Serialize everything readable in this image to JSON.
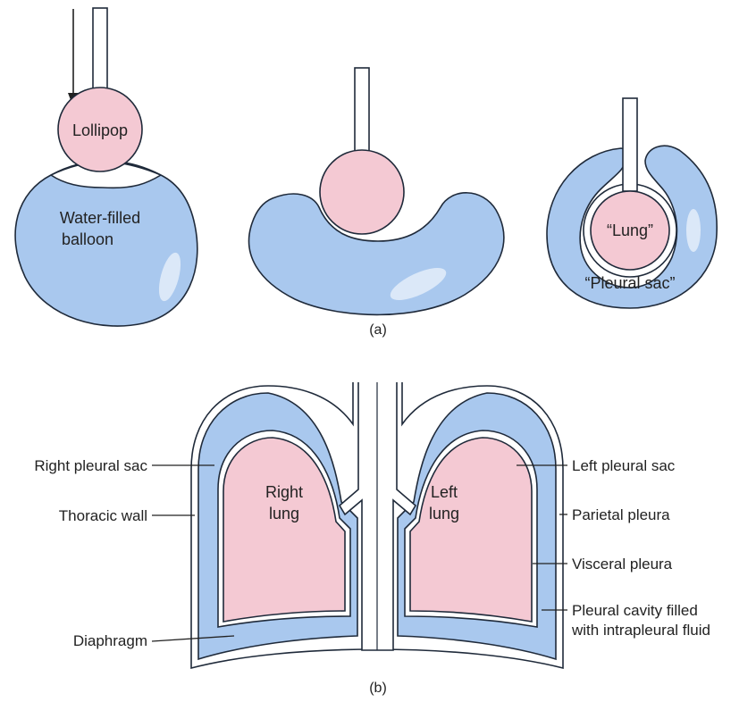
{
  "panel_a": {
    "caption": "(a)",
    "lollipop_label": "Lollipop",
    "balloon_label_line1": "Water-filled",
    "balloon_label_line2": "balloon",
    "lung_label": "“Lung”",
    "sac_label": "“Pleural sac”"
  },
  "panel_b": {
    "caption": "(b)",
    "right_lung_line1": "Right",
    "right_lung_line2": "lung",
    "left_lung_line1": "Left",
    "left_lung_line2": "lung",
    "labels_left": {
      "right_pleural_sac": "Right pleural sac",
      "thoracic_wall": "Thoracic wall",
      "diaphragm": "Diaphragm"
    },
    "labels_right": {
      "left_pleural_sac": "Left pleural sac",
      "parietal_pleura": "Parietal pleura",
      "visceral_pleura": "Visceral pleura",
      "pleural_cavity_line1": "Pleural cavity filled",
      "pleural_cavity_line2": "with intrapleural fluid"
    }
  },
  "colors": {
    "balloon_blue": "#a9c8ee",
    "lung_pink": "#f4c9d3",
    "outline": "#1f2a3a"
  }
}
